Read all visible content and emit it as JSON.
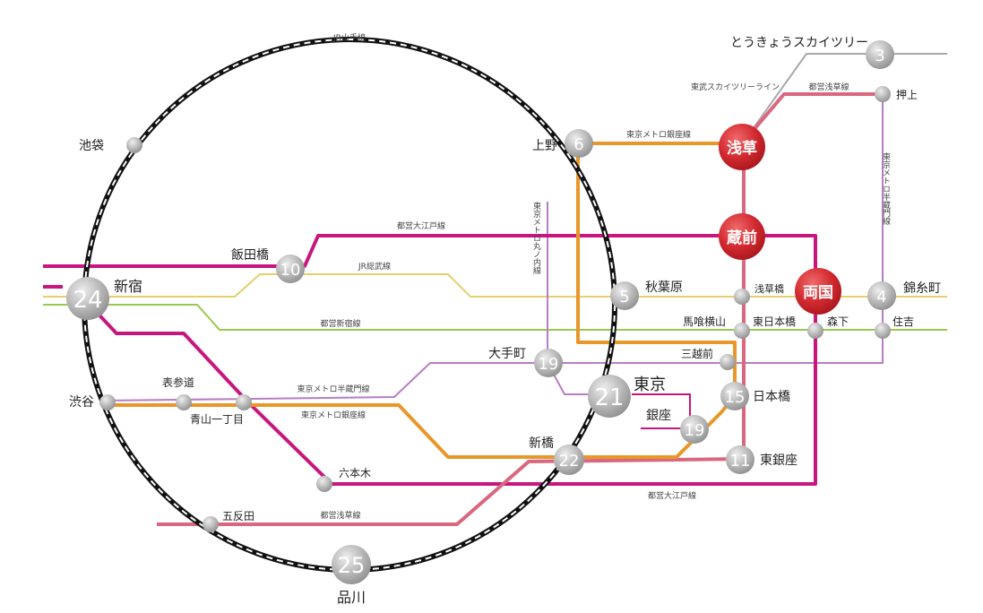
{
  "map": {
    "lines": {
      "yamanote": "JR山手線",
      "skytree": "東武スカイツリーライン",
      "asakusa_top": "都営浅草線",
      "ginza_top": "東京メトロ銀座線",
      "hanzomon_right": "東京メトロ半蔵門線",
      "marunouchi": "東京メトロ丸ノ内線",
      "oedo_top": "都営大江戸線",
      "sobu": "JR総武線",
      "shinjuku_line": "都営新宿線",
      "hanzomon_left": "東京メトロ半蔵門線",
      "ginza_left": "東京メトロ銀座線",
      "oedo_bottom": "都営大江戸線",
      "asakusa_bottom": "都営浅草線"
    },
    "stations": {
      "skytree": "とうきょうスカイツリー",
      "oshiage": "押上",
      "ikebukuro": "池袋",
      "ueno": "上野",
      "asakusa": "浅草",
      "kuramae": "蔵前",
      "iidabashi": "飯田橋",
      "shinjuku": "新宿",
      "akihabara": "秋葉原",
      "asakusabashi": "浅草橋",
      "ryogoku": "両国",
      "kinshicho": "錦糸町",
      "bakuroyokoyama": "馬喰横山",
      "higashinihonbashi": "東日本橋",
      "morishita": "森下",
      "sumiyoshi": "住吉",
      "otemachi": "大手町",
      "mitsukoshimae": "三越前",
      "shibuya": "渋谷",
      "omotesando": "表参道",
      "aoyama": "青山一丁目",
      "tokyo": "東京",
      "nihonbashi": "日本橋",
      "ginza": "銀座",
      "shimbashi": "新橋",
      "roppongi": "六本木",
      "higashiginza": "東銀座",
      "gotanda": "五反田",
      "shinagawa": "品川"
    },
    "badges": {
      "skytree": "3",
      "ueno": "6",
      "iidabashi": "10",
      "shinjuku": "24",
      "akihabara": "5",
      "kinshicho": "4",
      "otemachi": "19",
      "tokyo": "21",
      "nihonbashi": "15",
      "ginza": "19",
      "shimbashi": "22",
      "higashiginza": "11",
      "shinagawa": "25"
    },
    "colors": {
      "yamanote": "#111111",
      "ginza": "#e8972a",
      "asakusa": "#d9687f",
      "oedo": "#c8167e",
      "hanzomon": "#b77dc4",
      "sobu": "#e6cf6b",
      "shinjuku": "#9ac84e",
      "highlight": "#cc2a36",
      "gray": "#a8a8a8"
    }
  }
}
